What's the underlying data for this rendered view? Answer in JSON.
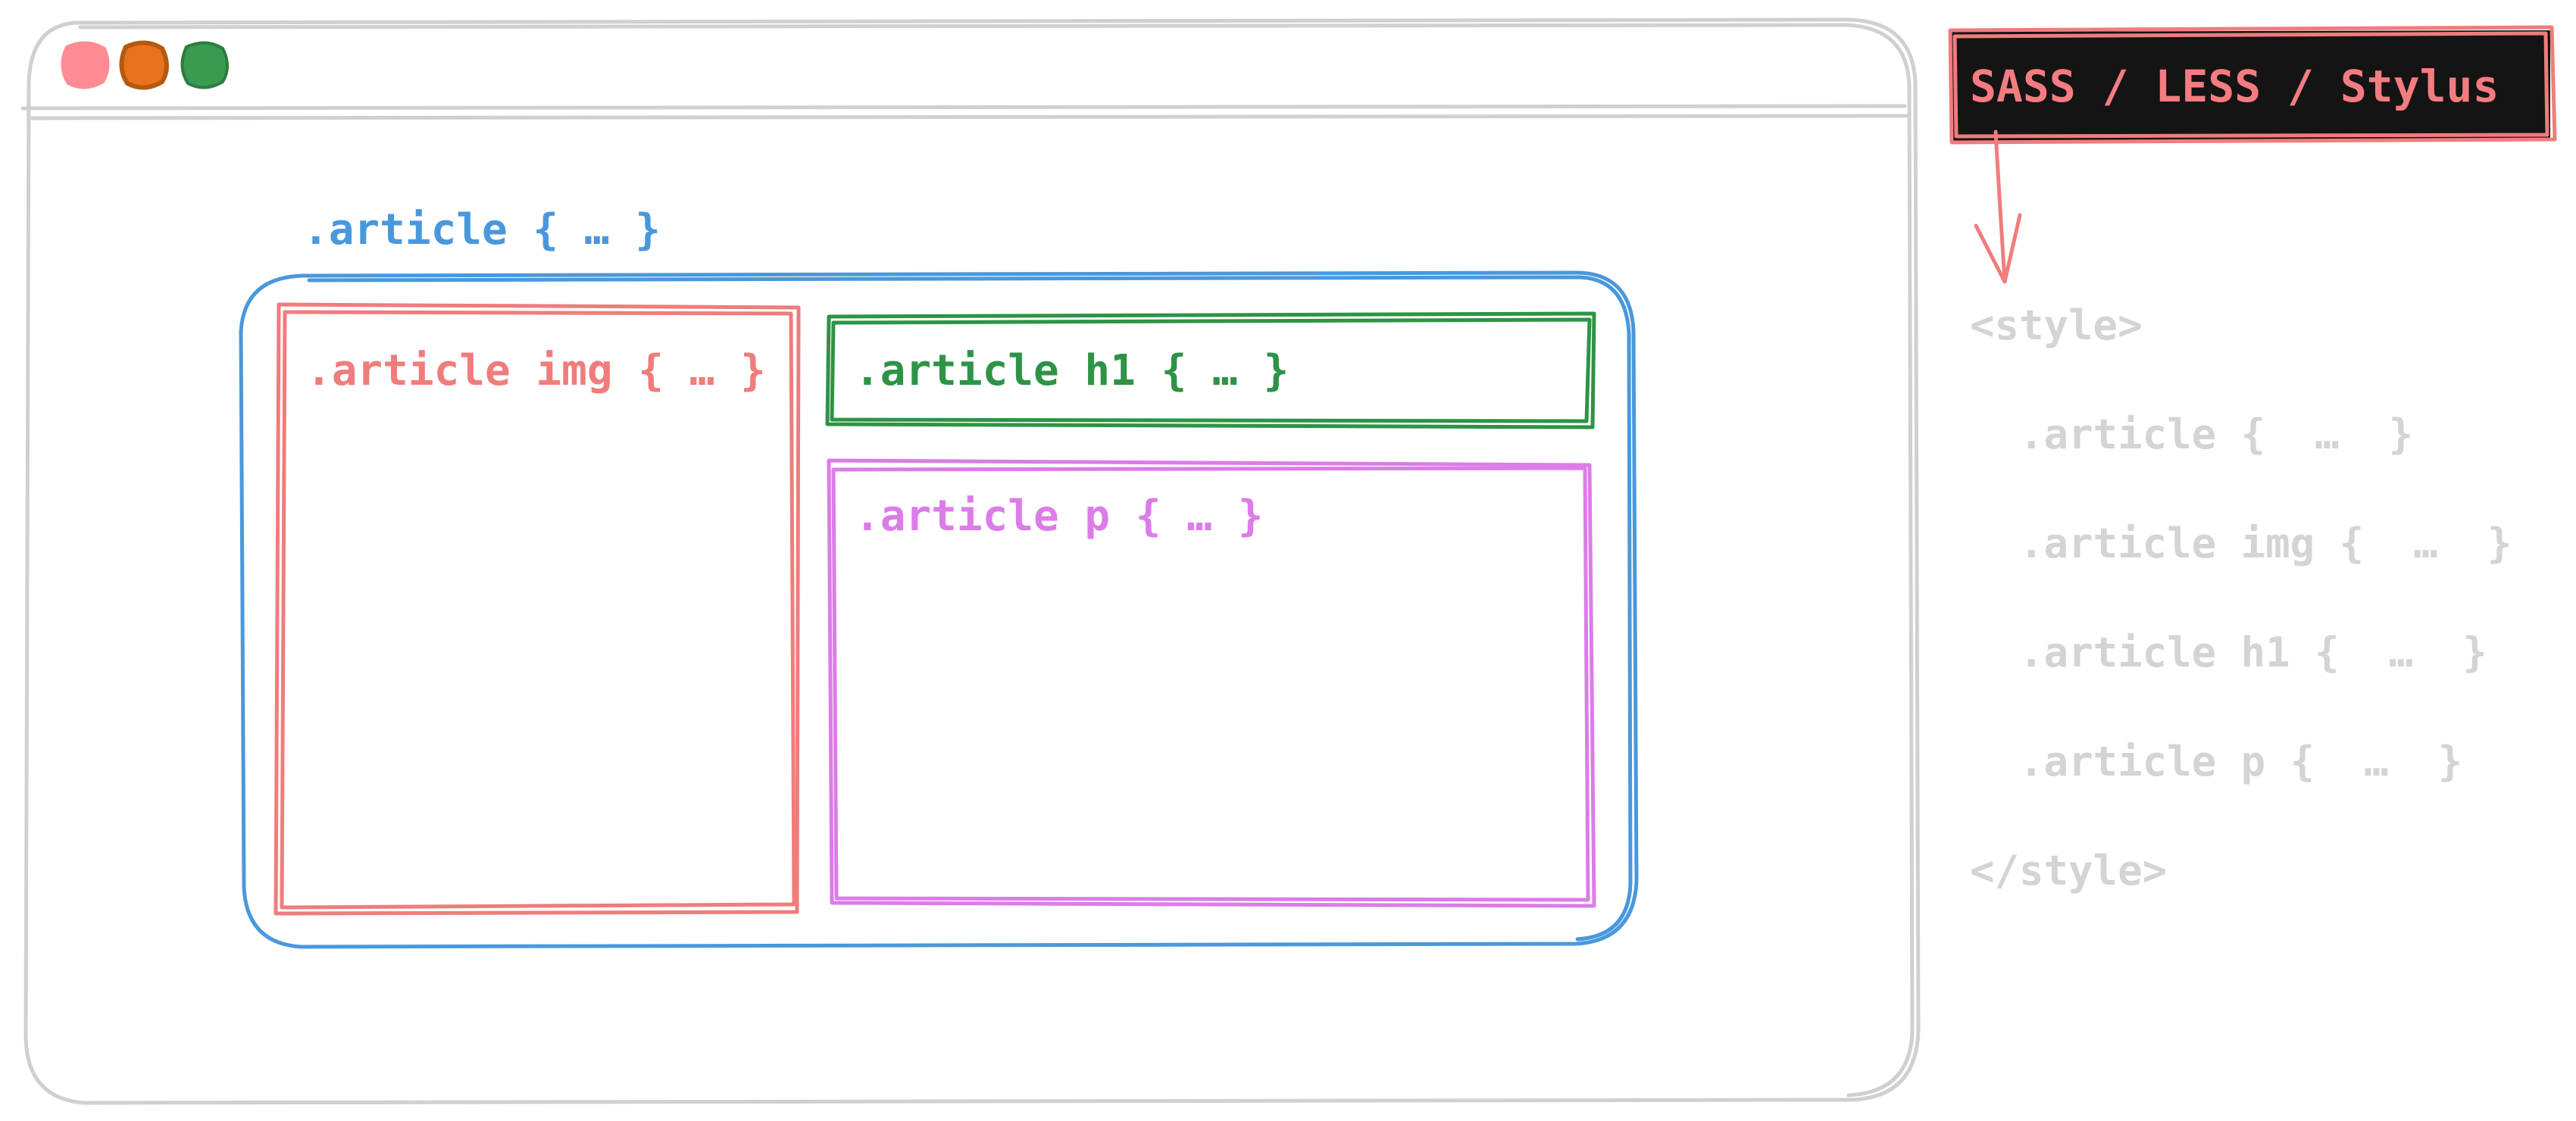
{
  "window": {
    "dots": [
      {
        "name": "close",
        "color": "#ff8c94"
      },
      {
        "name": "minimize",
        "color": "#e8731c"
      },
      {
        "name": "maximize",
        "color": "#3a9a50"
      }
    ]
  },
  "diagram": {
    "article_label": ".article { … }",
    "img_label": ".article img { … }",
    "h1_label": ".article h1 { … }",
    "p_label": ".article p { … }",
    "colors": {
      "article": "#4a98dc",
      "img": "#f07c7c",
      "h1": "#2e9346",
      "p": "#dc7ce8",
      "frame": "#d0d0d0",
      "code": "#d4d4d4"
    }
  },
  "badge": {
    "label": "SASS / LESS / Stylus",
    "background": "#141414",
    "text_color": "#f47c80"
  },
  "code": {
    "lines": [
      "<style>",
      "  .article {  …  }",
      "  .article img {  …  }",
      "  .article h1 {  …  }",
      "  .article p {  …  }",
      "</style>"
    ]
  }
}
